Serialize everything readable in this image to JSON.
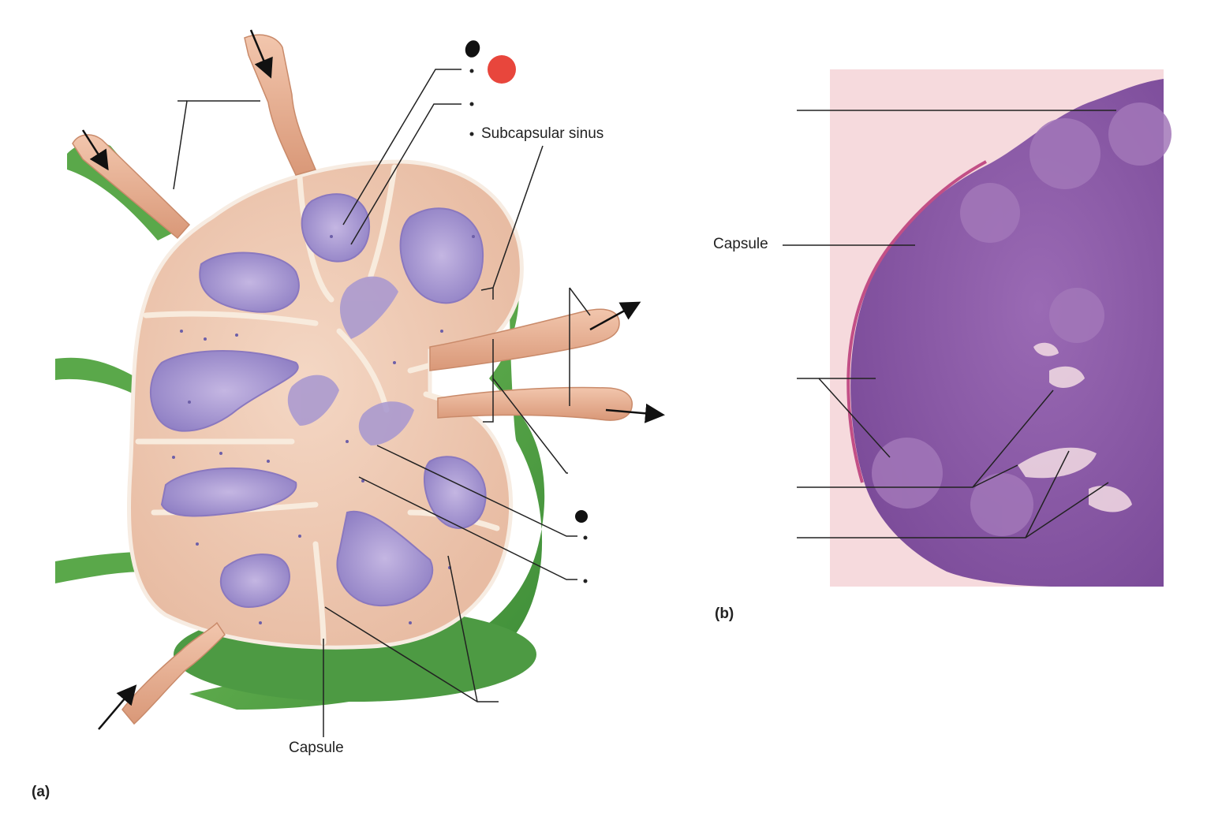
{
  "panel_a": {
    "letter": "(a)",
    "labels": {
      "subcapsular_sinus": "Subcapsular sinus",
      "capsule": "Capsule"
    }
  },
  "panel_b": {
    "letter": "(b)",
    "labels": {
      "capsule": "Capsule"
    }
  },
  "colors": {
    "marker": "#e8463c",
    "capsule_green": "#5aa84a",
    "tissue": "#efcdb8",
    "follicle": "#a99ad0",
    "histology_bg": "#f6dadd",
    "histology_tissue": "#8e5aa6"
  }
}
